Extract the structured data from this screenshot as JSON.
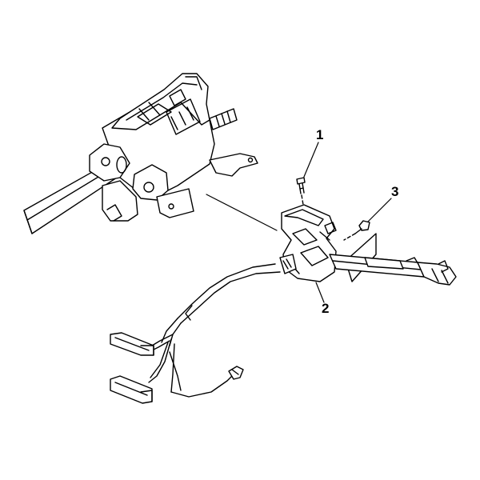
{
  "callouts": {
    "c1": "1",
    "c2": "2",
    "c3": "3"
  },
  "colors": {
    "ink": "#000000",
    "paper": "#ffffff"
  },
  "parts": [
    "steering-column-assembly",
    "retaining-screw",
    "multifunction-switch",
    "mounting-screw",
    "turn-signal-lever",
    "wiring-harness",
    "harness-connectors"
  ]
}
